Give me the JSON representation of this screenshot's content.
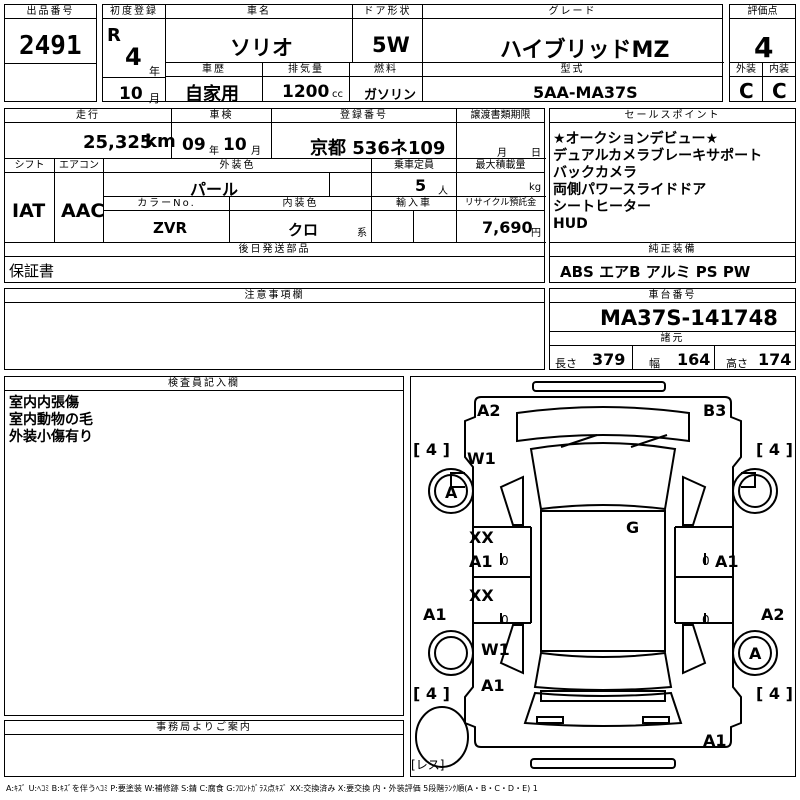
{
  "labels": {
    "lot_no": "出品番号",
    "first_reg": "初度登録",
    "car_name": "車名",
    "door": "ドア形状",
    "grade": "グレード",
    "score": "評価点",
    "history": "車歴",
    "displacement": "排気量",
    "fuel": "燃料",
    "model_code": "型式",
    "exterior": "外装",
    "interior": "内装",
    "mileage": "走行",
    "inspection": "車検",
    "reg_no": "登録番号",
    "transfer_doc": "譲渡書類期限",
    "selling_points": "セールスポイント",
    "shift": "シフト",
    "aircon": "エアコン",
    "ext_color": "外装色",
    "capacity": "乗車定員",
    "max_load": "最大積載量",
    "color_no": "カラーNo.",
    "int_color": "内装色",
    "import": "輸入車",
    "recycle": "リサイクル預託金",
    "later_items": "後日発送部品",
    "equipment": "純正装備",
    "caution": "注意事項欄",
    "chassis": "車台番号",
    "specs": "諸元",
    "length": "長さ",
    "width": "幅",
    "height": "高さ",
    "inspector": "検査員記入欄",
    "office": "事務局よりご案内"
  },
  "units": {
    "year": "年",
    "month": "月",
    "day": "日",
    "cc": "cc",
    "km": "km",
    "person": "人",
    "kg": "kg",
    "yen": "円",
    "series": "系"
  },
  "vehicle": {
    "lot_no": "2491",
    "era": "R",
    "first_reg_year": "4",
    "first_reg_month": "10",
    "name": "ソリオ",
    "door": "5W",
    "grade": "ハイブリッドMZ",
    "score": "4",
    "history": "自家用",
    "displacement": "1200",
    "fuel": "ガソリン",
    "model_code": "5AA-MA37S",
    "exterior": "C",
    "interior": "C",
    "mileage": "25,325",
    "inspection_year": "09",
    "inspection_month": "10",
    "reg_no": "京都 536ネ109",
    "shift": "IAT",
    "aircon": "AAC",
    "ext_color": "パール",
    "capacity": "5",
    "color_no": "ZVR",
    "int_color": "クロ",
    "recycle": "7,690",
    "later_items": "保証書",
    "equipment": "ABS エアB アルミ PS PW",
    "chassis": "MA37S-141748",
    "length": "379",
    "width": "164",
    "height": "174"
  },
  "selling_points": [
    "★オークションデビュー★",
    "デュアルカメラブレーキサポート",
    "バックカメラ",
    "両側パワースライドドア",
    "シートヒーター",
    "HUD"
  ],
  "inspector_notes": [
    "室内内張傷",
    "室内動物の毛",
    "外装小傷有り"
  ],
  "diagram": {
    "marks": {
      "a2": "A2",
      "b3": "B3",
      "w1_top": "W1",
      "tire_a_fl": "A",
      "xx1": "XX",
      "a1_left1": "A1",
      "g": "G",
      "a1_right1": "A1",
      "xx2": "XX",
      "a1_far_left": "A1",
      "a2_far_right": "A2",
      "w1_bottom": "W1",
      "tire_a_rr": "A",
      "a1_rear": "A1",
      "a1_bottom": "A1",
      "zero1": "0",
      "zero2": "0",
      "zero3": "0",
      "zero4": "0"
    },
    "tires": [
      "4",
      "4",
      "4",
      "4"
    ],
    "spare": "レス"
  },
  "legend": "A:ｷｽﾞ U:ﾍｺﾐ B:ｷｽﾞを伴うﾍｺﾐ P:要塗装 W:補修跡 S:錆 C:腐食 G:ﾌﾛﾝﾄｶﾞﾗｽ点ｷｽﾞ XX:交換済み X:要交換 内・外装評価 5段階ﾗﾝｸ順(A・B・C・D・E) 1"
}
